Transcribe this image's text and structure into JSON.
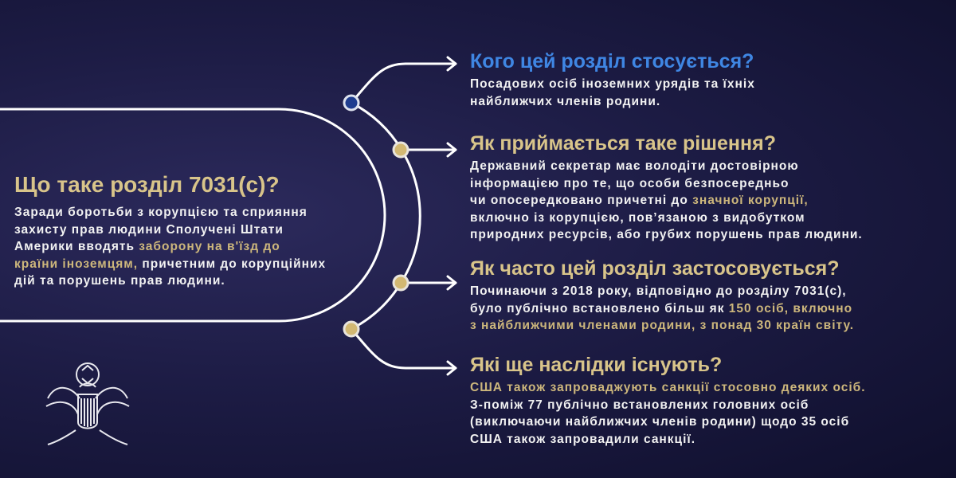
{
  "main": {
    "title": "Що таке розділ 7031(c)?",
    "body": [
      "Заради боротьби з корупцією та сприяння",
      "захисту прав людини Сполучені Штати",
      "Америки вводять ",
      "заборону на в'їзд до",
      "країни іноземцям,",
      " причетним до корупційних",
      "дій та порушень прав людини."
    ]
  },
  "sections": [
    {
      "title": "Кого цей розділ стосується?",
      "lines": [
        "Посадових осіб іноземних урядів та їхніх",
        "найближчих членів родини."
      ]
    },
    {
      "title": "Як приймається таке рішення?",
      "lines": [
        "Державний секретар має володіти достовірною",
        "інформацією про те, що особи безпосередньо",
        "чи опосередковано причетні до ",
        "значної корупції,",
        "включно із корупцією, пов’язаною з видобутком",
        "природних ресурсів, або грубих порушень прав людини."
      ]
    },
    {
      "title": "Як часто цей розділ застосовується?",
      "lines": [
        "Починаючи з 2018 року, відповідно до розділу 7031(c),",
        "було публічно встановлено більш як ",
        "150 осіб, включно",
        "з найближчими членами родини, з понад 30 країн світу."
      ]
    },
    {
      "title": "Які ще наслідки існують?",
      "lines": [
        "США також запроваджують санкції стосовно деяких осіб.",
        "З-поміж 77 публічно встановлених головних осіб",
        "(виключаючи найближчих членів родини) щодо 35 осіб",
        "США також запровадили санкції."
      ]
    }
  ],
  "colors": {
    "gold": "#cdb77c",
    "blue": "#3f86e3",
    "navy": "#1d1c45",
    "dot_blue": "#1f3d8f"
  }
}
